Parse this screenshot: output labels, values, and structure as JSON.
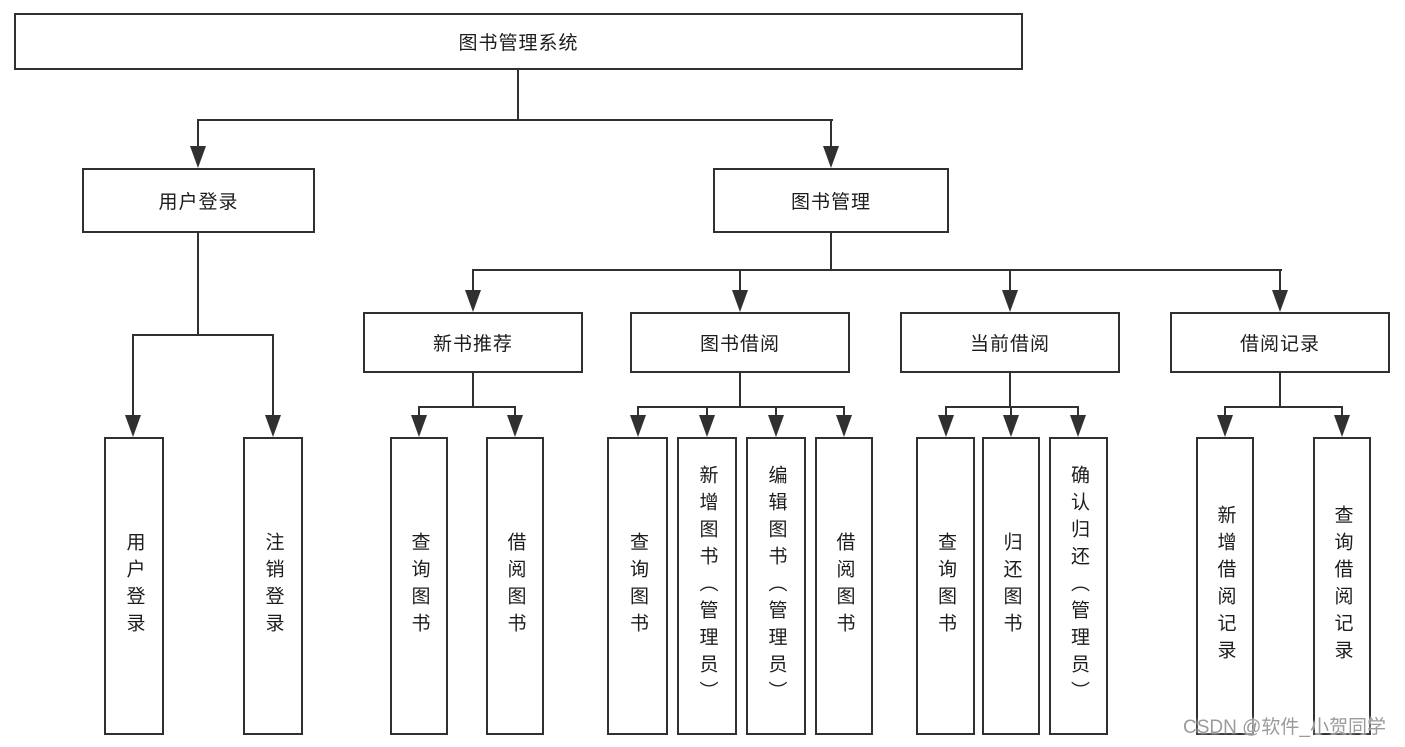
{
  "tree": {
    "root": {
      "label": "图书管理系统"
    },
    "children": [
      {
        "label": "用户登录",
        "children": [
          {
            "label": "用户登录"
          },
          {
            "label": "注销登录"
          }
        ]
      },
      {
        "label": "图书管理",
        "children": [
          {
            "label": "新书推荐",
            "children": [
              {
                "label": "查询图书"
              },
              {
                "label": "借阅图书"
              }
            ]
          },
          {
            "label": "图书借阅",
            "children": [
              {
                "label": "查询图书"
              },
              {
                "label": "新增图书（管理员）"
              },
              {
                "label": "编辑图书（管理员）"
              },
              {
                "label": "借阅图书"
              }
            ]
          },
          {
            "label": "当前借阅",
            "children": [
              {
                "label": "查询图书"
              },
              {
                "label": "归还图书"
              },
              {
                "label": "确认归还（管理员）"
              }
            ]
          },
          {
            "label": "借阅记录",
            "children": [
              {
                "label": "新增借阅记录"
              },
              {
                "label": "查询借阅记录"
              }
            ]
          }
        ]
      }
    ]
  },
  "watermark": {
    "text": "CSDN @软件_小贺同学"
  },
  "colors": {
    "line": "#303030",
    "text": "#1c1c1c",
    "bg": "#ffffff",
    "watermark": "#9b9b9b"
  }
}
